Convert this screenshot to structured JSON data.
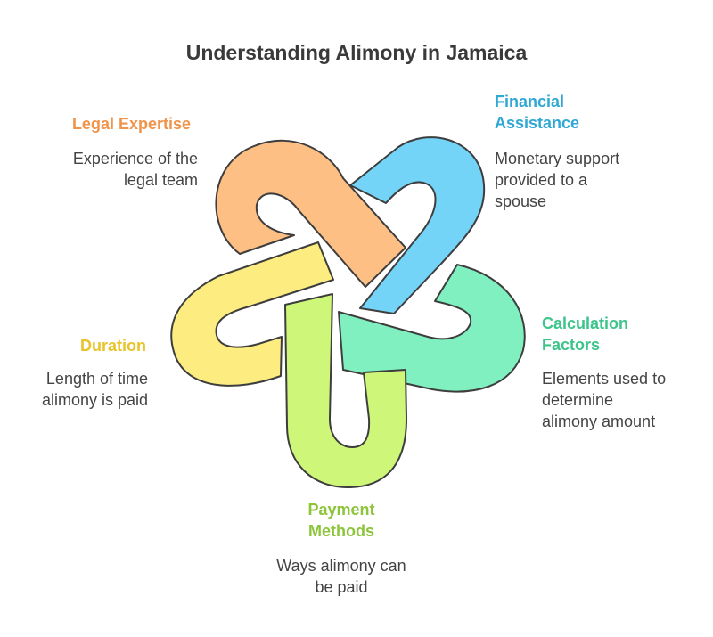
{
  "title": "Understanding Alimony in Jamaica",
  "nodes": {
    "legal_expertise": {
      "title": [
        "Legal Expertise"
      ],
      "description": [
        "Experience of the",
        "legal team"
      ],
      "color": "#f0944a"
    },
    "financial_assistance": {
      "title": [
        "Financial",
        "Assistance"
      ],
      "description": [
        "Monetary support",
        "provided to a",
        "spouse"
      ],
      "color": "#2fa8d4"
    },
    "calculation_factors": {
      "title": [
        "Calculation",
        "Factors"
      ],
      "description": [
        "Elements used to",
        "determine",
        "alimony amount"
      ],
      "color": "#3cc48a"
    },
    "payment_methods": {
      "title": [
        "Payment",
        "Methods"
      ],
      "description": [
        "Ways alimony can",
        "be paid"
      ],
      "color": "#8cc43a"
    },
    "duration": {
      "title": [
        "Duration"
      ],
      "description": [
        "Length of time",
        "alimony is paid"
      ],
      "color": "#e8c42a"
    }
  },
  "loop_colors": {
    "orange": "#fdbf84",
    "blue": "#73d4f8",
    "green": "#80f0c0",
    "lime": "#cef77a",
    "yellow": "#fdec80"
  }
}
